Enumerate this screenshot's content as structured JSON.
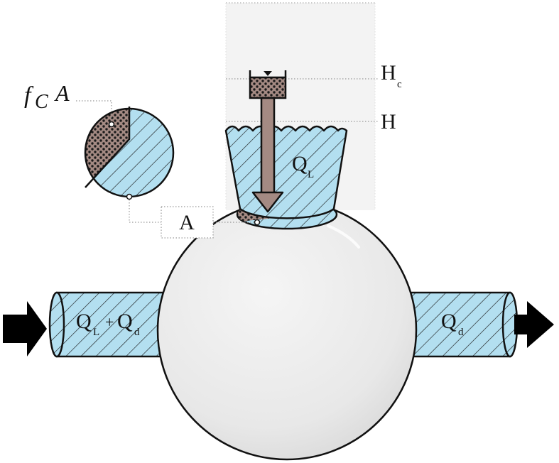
{
  "labels": {
    "hc_main": "H",
    "hc_sub": "c",
    "h": "H",
    "ql_main": "Q",
    "ql_sub": "L",
    "fca_f": "f",
    "fca_c": "C",
    "fca_a": "A",
    "a_box": "A",
    "inlet_q1": "Q",
    "inlet_s1": "L",
    "inlet_plus": "+",
    "inlet_q2": "Q",
    "inlet_s2": "d",
    "outlet_q": "Q",
    "outlet_s": "d"
  },
  "colors": {
    "water": "#b3dff0",
    "sediment": "#a48a83",
    "sphere": "#e6e6e6",
    "stroke": "#111111",
    "dotted": "#999999",
    "column_bg": "#f3f3f3"
  }
}
